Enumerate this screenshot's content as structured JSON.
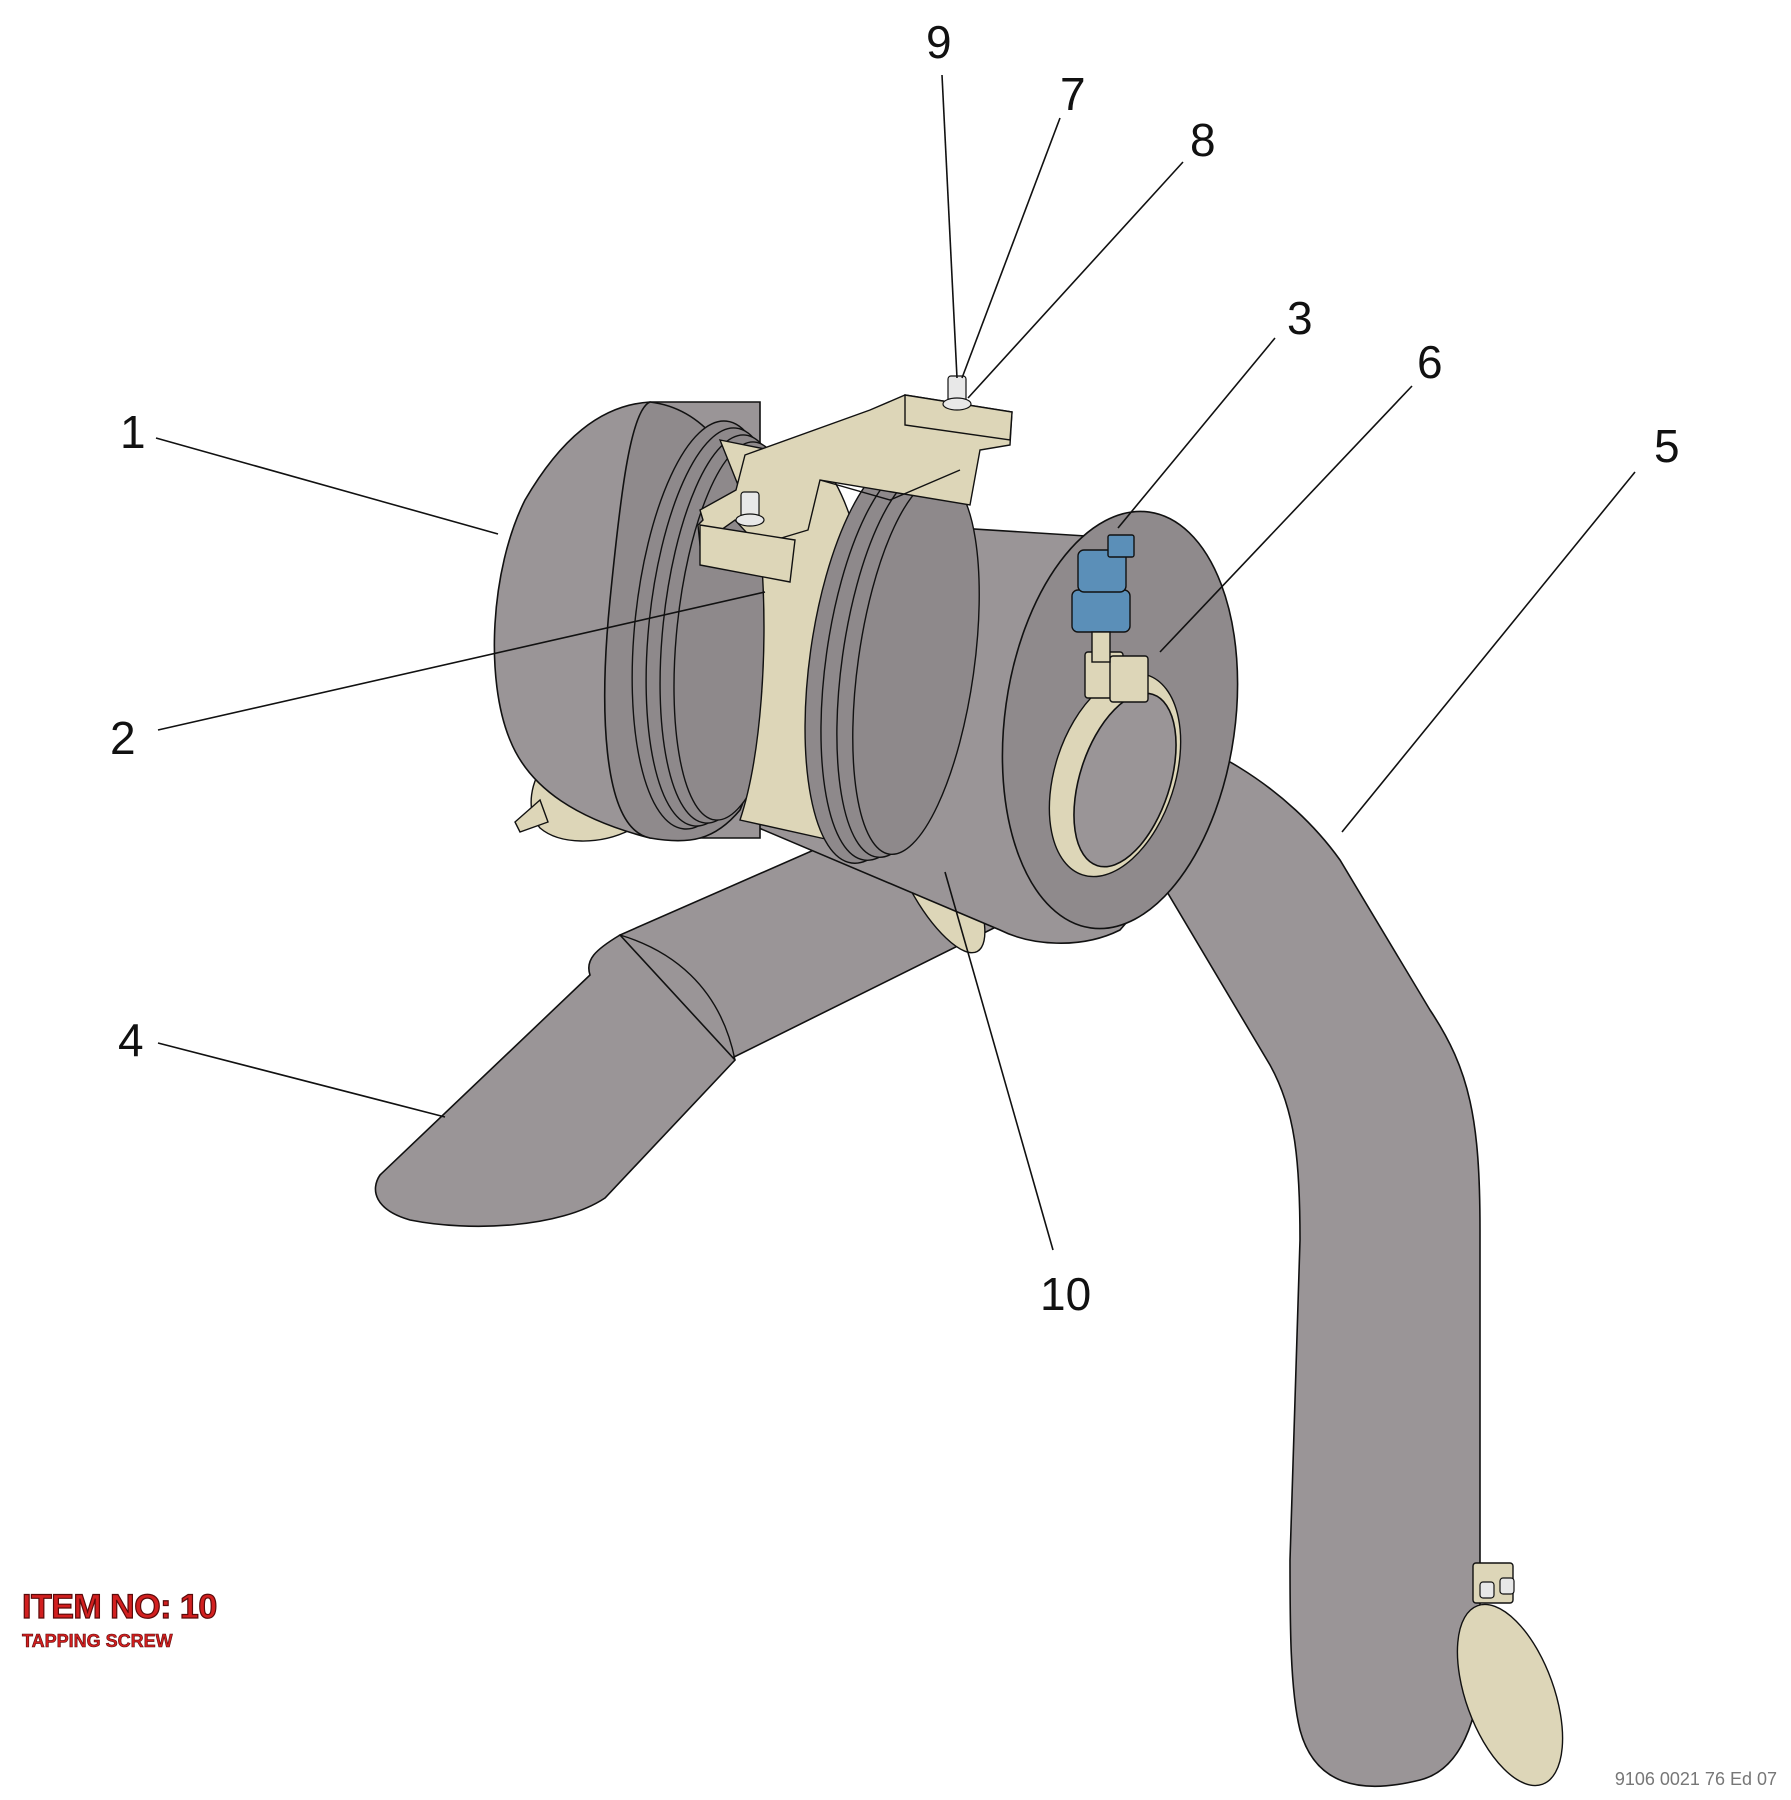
{
  "callouts": [
    {
      "id": "1",
      "label": "1"
    },
    {
      "id": "2",
      "label": "2"
    },
    {
      "id": "3",
      "label": "3"
    },
    {
      "id": "4",
      "label": "4"
    },
    {
      "id": "5",
      "label": "5"
    },
    {
      "id": "6",
      "label": "6"
    },
    {
      "id": "7",
      "label": "7"
    },
    {
      "id": "8",
      "label": "8"
    },
    {
      "id": "9",
      "label": "9"
    },
    {
      "id": "10",
      "label": "10"
    }
  ],
  "item": {
    "title": "ITEM NO: 10",
    "description": "TAPPING SCREW"
  },
  "drawing_reference": "9106 0021 76 Ed 07",
  "colors": {
    "pipe": "#9a9597",
    "clamp": "#ddd6b8",
    "sensor": "#5b8fb8",
    "item_label": "#d21f1f"
  }
}
